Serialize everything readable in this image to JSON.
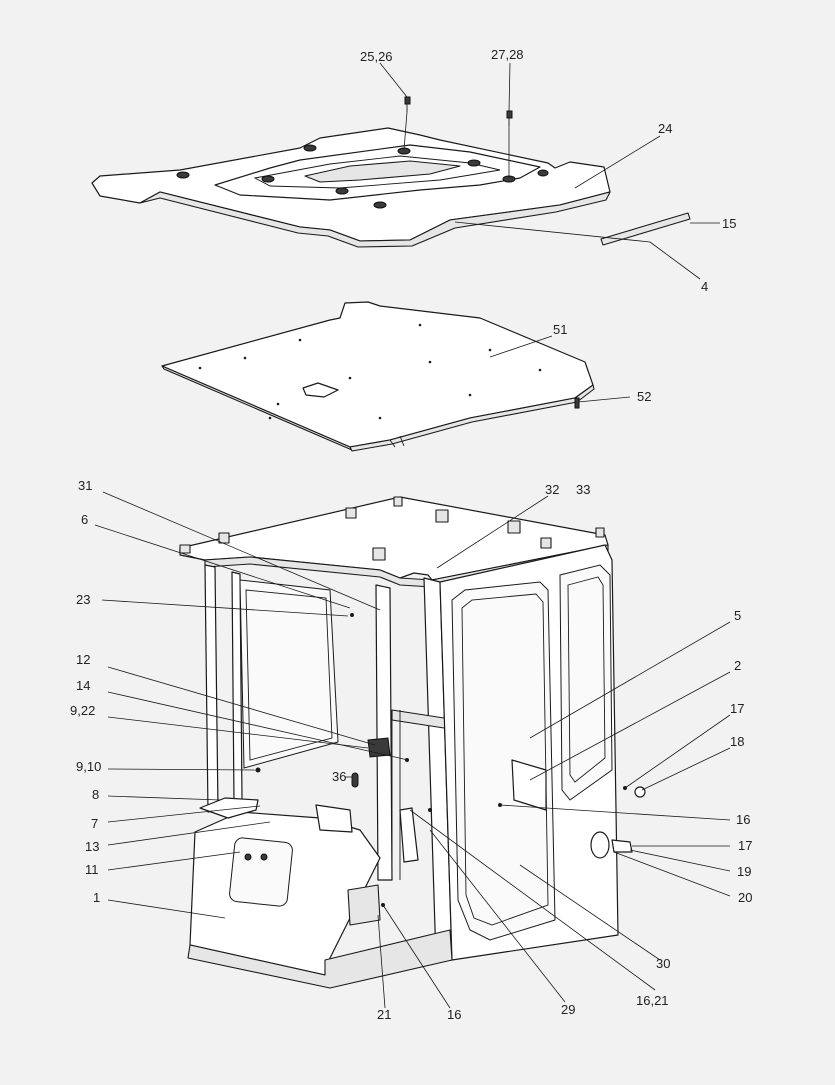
{
  "callouts": [
    {
      "id": "c-25-26",
      "text": "25,26"
    },
    {
      "id": "c-27-28",
      "text": "27,28"
    },
    {
      "id": "c-24",
      "text": "24"
    },
    {
      "id": "c-15",
      "text": "15"
    },
    {
      "id": "c-4",
      "text": "4"
    },
    {
      "id": "c-51",
      "text": "51"
    },
    {
      "id": "c-52",
      "text": "52"
    },
    {
      "id": "c-31",
      "text": "31"
    },
    {
      "id": "c-32",
      "text": "32"
    },
    {
      "id": "c-33",
      "text": "33"
    },
    {
      "id": "c-6",
      "text": "6"
    },
    {
      "id": "c-23",
      "text": "23"
    },
    {
      "id": "c-5",
      "text": "5"
    },
    {
      "id": "c-2",
      "text": "2"
    },
    {
      "id": "c-12",
      "text": "12"
    },
    {
      "id": "c-14",
      "text": "14"
    },
    {
      "id": "c-9-22",
      "text": "9,22"
    },
    {
      "id": "c-17a",
      "text": "17"
    },
    {
      "id": "c-18",
      "text": "18"
    },
    {
      "id": "c-9-10",
      "text": "9,10"
    },
    {
      "id": "c-36",
      "text": "36"
    },
    {
      "id": "c-8",
      "text": "8"
    },
    {
      "id": "c-7",
      "text": "7"
    },
    {
      "id": "c-16a",
      "text": "16"
    },
    {
      "id": "c-13",
      "text": "13"
    },
    {
      "id": "c-17b",
      "text": "17"
    },
    {
      "id": "c-11",
      "text": "11"
    },
    {
      "id": "c-19",
      "text": "19"
    },
    {
      "id": "c-20",
      "text": "20"
    },
    {
      "id": "c-1",
      "text": "1"
    },
    {
      "id": "c-30",
      "text": "30"
    },
    {
      "id": "c-16-21",
      "text": "16,21"
    },
    {
      "id": "c-21",
      "text": "21"
    },
    {
      "id": "c-16b",
      "text": "16"
    },
    {
      "id": "c-29",
      "text": "29"
    }
  ],
  "parts": {
    "roof": "roof-panel",
    "headliner": "headliner-panel",
    "cab": "cab-frame",
    "strip": "trim-strip"
  }
}
